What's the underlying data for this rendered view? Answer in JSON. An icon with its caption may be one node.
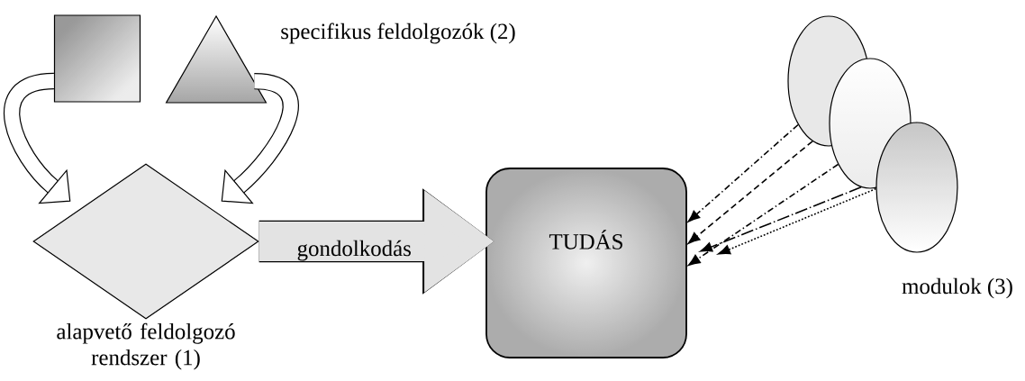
{
  "diagram": {
    "nodes": [
      {
        "text": [],
        "shape": "box"
      },
      {
        "text": [],
        "shape": "triangle"
      },
      {
        "text": [],
        "shape": "diamond",
        "beside": [
          "alapvető feldolgozó rendszer (1)"
        ]
      },
      {
        "text": [
          "TUDÁS"
        ]
      },
      {
        "text": [],
        "shape": "ellipse"
      },
      {
        "text": [],
        "shape": "ellipse"
      },
      {
        "text": [],
        "shape": "ellipse"
      }
    ],
    "edges": [
      {
        "from": 0,
        "to": 2,
        "arrow": "to",
        "style": "thick"
      },
      {
        "from": 1,
        "to": 2,
        "arrow": "to",
        "style": "thick"
      },
      {
        "from": 2,
        "to": 3,
        "arrow": "to",
        "style": "thick",
        "color": "#e3e3e3",
        "label": "gondolkodás"
      },
      {
        "from": 4,
        "to": 3,
        "arrow": "to",
        "style": "dashed"
      },
      {
        "from": 4,
        "to": 3,
        "arrow": "to",
        "style": "dashed"
      },
      {
        "from": 5,
        "to": 3,
        "arrow": "to",
        "style": "dashed"
      },
      {
        "from": 5,
        "to": 3,
        "arrow": "to",
        "style": "dashed"
      },
      {
        "from": 6,
        "to": 3,
        "arrow": "to",
        "style": "dashed"
      }
    ],
    "labels": [
      "specifikus feldolgozók (2)",
      "modulok (3)"
    ]
  }
}
